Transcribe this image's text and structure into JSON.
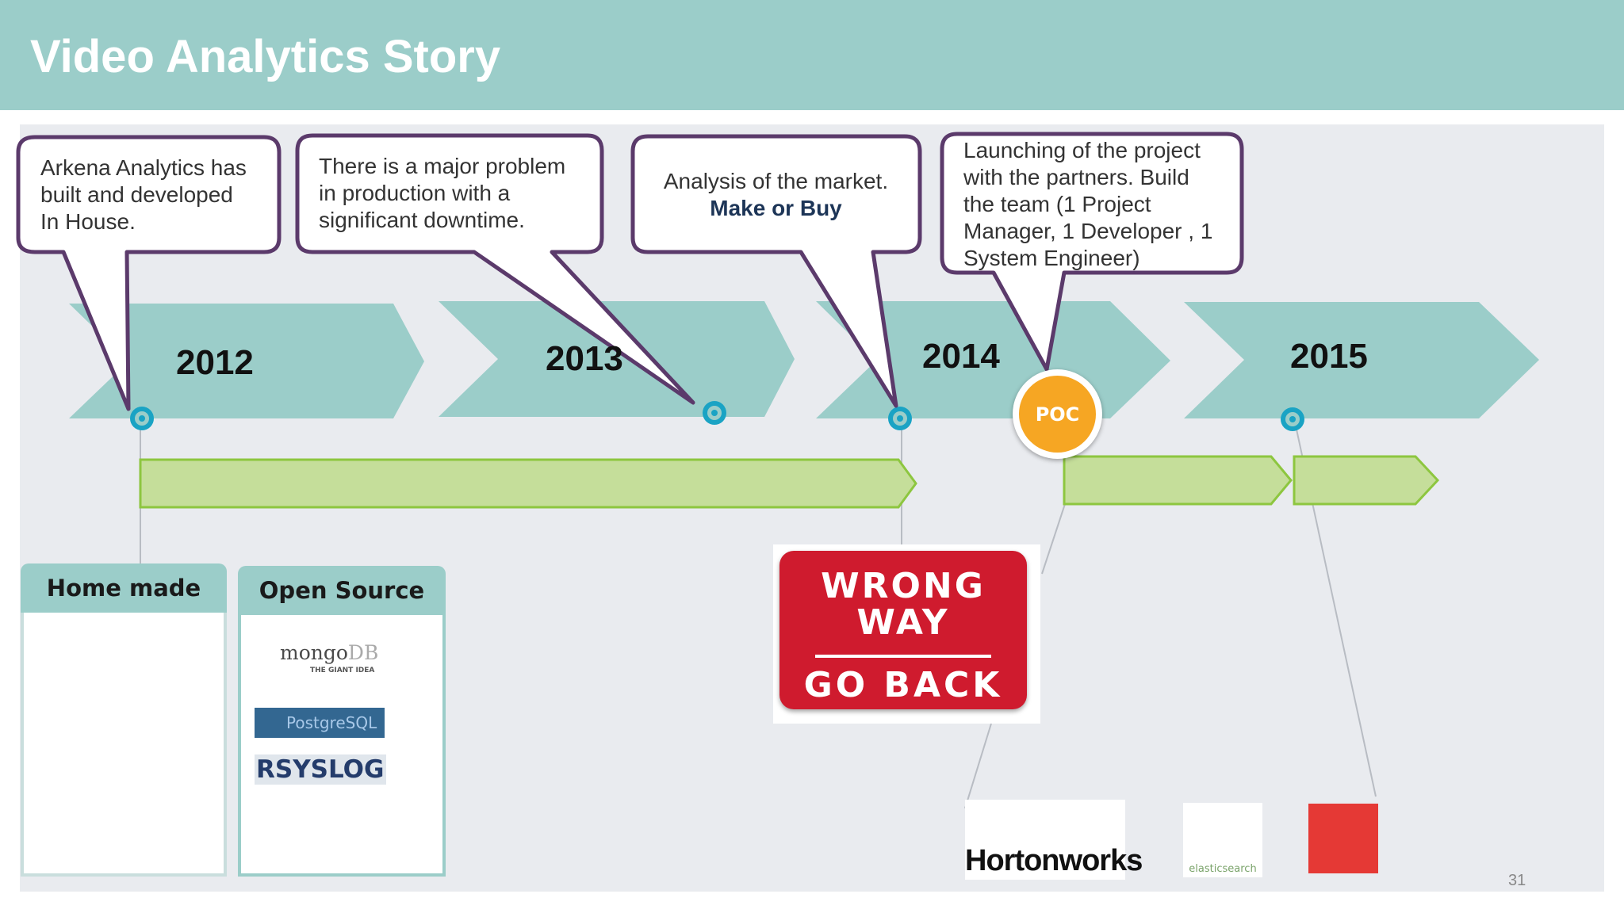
{
  "slide": {
    "title": "Video Analytics Story",
    "page_number": "31"
  },
  "timeline": {
    "years": [
      "2012",
      "2013",
      "2014",
      "2015"
    ]
  },
  "callouts": [
    {
      "lines": [
        "Arkena Analytics has",
        "built and developed",
        "In House."
      ]
    },
    {
      "lines": [
        "There is a major problem",
        "in production with a",
        "significant downtime."
      ]
    },
    {
      "line1": "Analysis of the market.",
      "line2": "Make or Buy"
    },
    {
      "lines": [
        "Launching of the project",
        "with the partners. Build",
        "the team (1 Project",
        "Manager, 1 Developer , 1",
        "System Engineer)"
      ]
    }
  ],
  "poc": {
    "label": "POC"
  },
  "panels": {
    "home_made": {
      "title": "Home made"
    },
    "open_source": {
      "title": "Open Source"
    }
  },
  "logos": {
    "mongodb": {
      "text_main": "mongo",
      "text_accent": "DB",
      "tagline": "THE GIANT IDEA"
    },
    "postgresql": {
      "text": "PostgreSQL"
    },
    "rsyslog": {
      "text": "RSYSLOG"
    },
    "hortonworks": {
      "text": "Hortonworks"
    },
    "elasticsearch": {
      "text": "elasticsearch"
    }
  },
  "sign": {
    "line1": "WRONG",
    "line2": "WAY",
    "line3": "GO BACK"
  },
  "colors": {
    "header": "#9bcdc9",
    "chevron": "#9bcdc9",
    "callout_border": "#5b3a6b",
    "bar": "#c5de9a",
    "bar_border": "#8dc63f",
    "poc": "#f6a623",
    "sign": "#cf1b2e",
    "marker": "#1aa3c4"
  }
}
